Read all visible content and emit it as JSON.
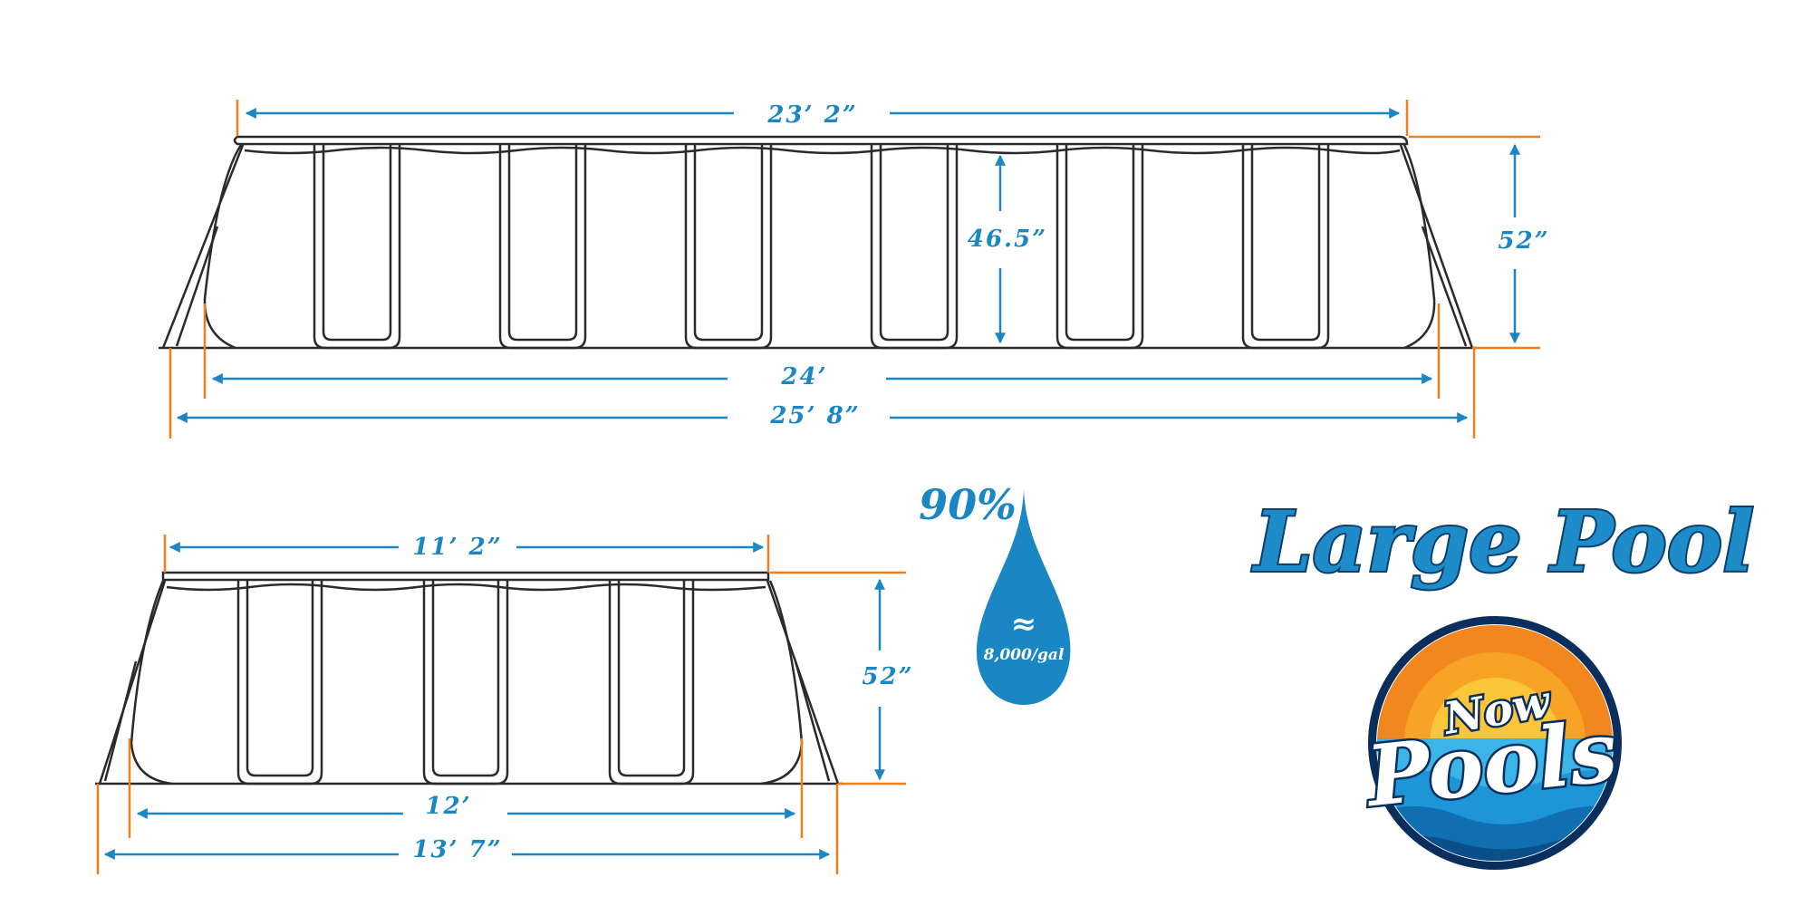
{
  "large_view": {
    "top_width": "23’ 2”",
    "inner_height": "46.5”",
    "outer_height": "52”",
    "inner_length": "24’",
    "outer_length": "25’ 8”"
  },
  "small_view": {
    "top_width": "11’ 2”",
    "outer_height": "52”",
    "inner_width": "12’",
    "outer_width": "13’ 7”"
  },
  "water_drop": {
    "percent": "90%",
    "approx_symbol": "≈",
    "volume": "8,000/gal"
  },
  "title": "Large Pool",
  "logo": {
    "line1": "Now",
    "line2": "Pools"
  },
  "colors": {
    "dimension_blue": "#1a86c4",
    "guide_orange": "#f07f1e",
    "outline": "#2a2a2a",
    "title_fill": "#1e8cc9",
    "title_stroke": "#0b3f6e"
  }
}
